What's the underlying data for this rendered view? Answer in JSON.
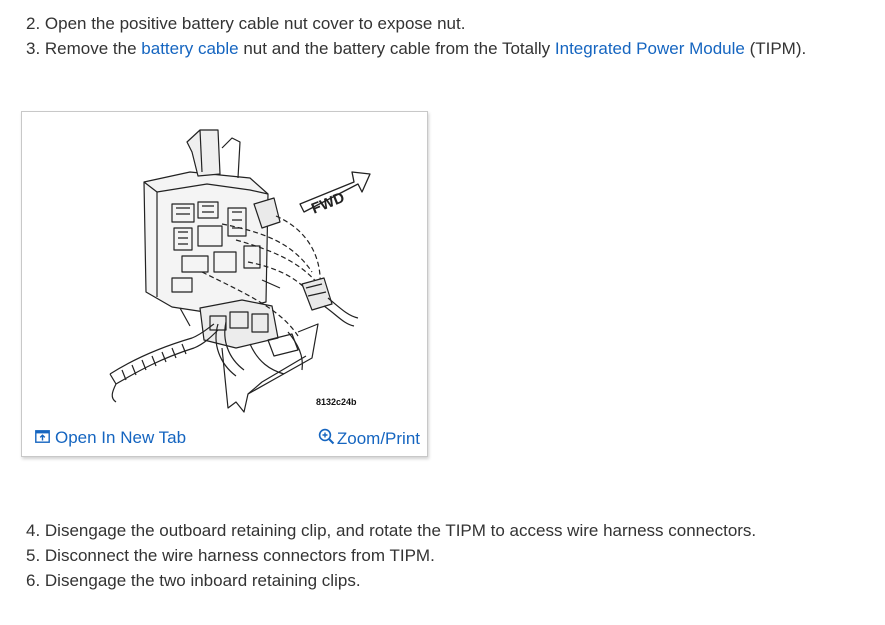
{
  "steps": {
    "s2": {
      "text": "2. Open the positive battery cable nut cover to expose nut."
    },
    "s3": {
      "prefix": "3. Remove the ",
      "link1": "battery cable",
      "mid": " nut and the battery cable from the Totally ",
      "link2": "Integrated Power Module",
      "suffix": " (TIPM)."
    },
    "s4": {
      "text": "4. Disengage the outboard retaining clip, and rotate the TIPM to access wire harness connectors."
    },
    "s5": {
      "text": "5. Disconnect the wire harness connectors from TIPM."
    },
    "s6": {
      "text": "6. Disengage the two inboard retaining clips."
    }
  },
  "figure": {
    "code": "8132c24b",
    "fwd_label": "FWD",
    "open_tab_label": "Open In New Tab",
    "zoom_label": "Zoom/Print",
    "link_color": "#1565c0",
    "open_tab_icon": "open-new-tab-icon",
    "zoom_icon": "magnifier-zoom-icon"
  }
}
